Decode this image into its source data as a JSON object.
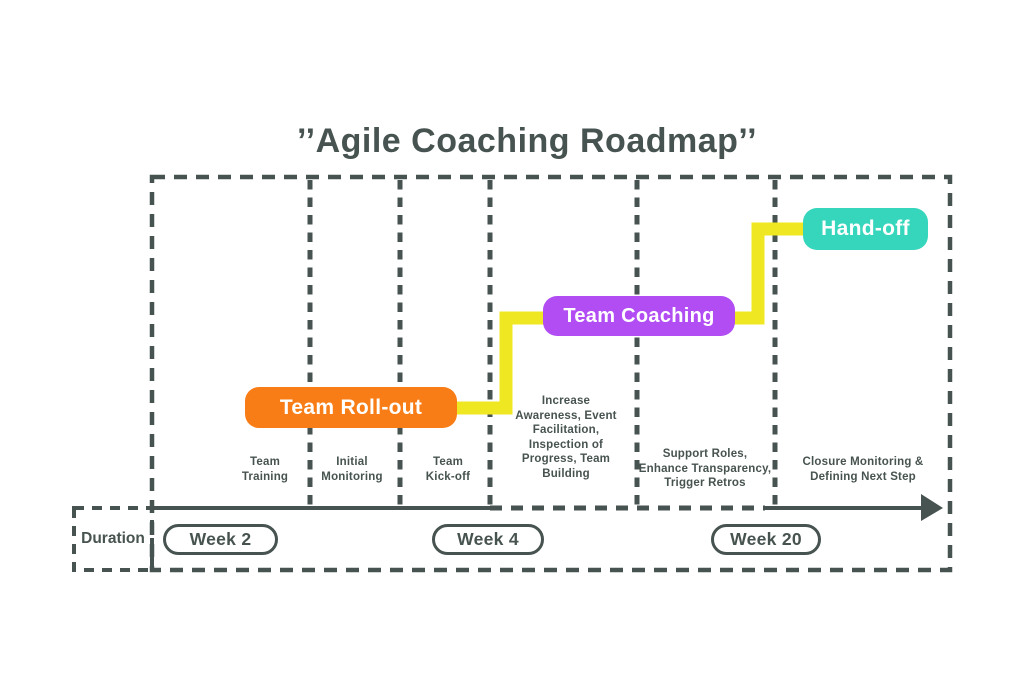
{
  "title": "’’Agile Coaching Roadmap’’",
  "palette": {
    "slate": "#475350",
    "orange": "#f97d16",
    "purple": "#b14df3",
    "teal": "#36d6bd",
    "yellow": "#efe722",
    "background": "#ffffff"
  },
  "phases": [
    {
      "label": "Team Roll-out",
      "color": "#f97d16"
    },
    {
      "label": "Team Coaching",
      "color": "#b14df3"
    },
    {
      "label": "Hand-off",
      "color": "#36d6bd"
    }
  ],
  "columns": [
    {
      "label": "Team\nTraining"
    },
    {
      "label": "Initial\nMonitoring"
    },
    {
      "label": "Team\nKick-off"
    },
    {
      "label": "Increase\nAwareness, Event\nFacilitation,\nInspection of\nProgress, Team\nBuilding"
    },
    {
      "label": "Support Roles,\nEnhance Transparency,\nTrigger Retros"
    },
    {
      "label": "Closure Monitoring &\nDefining Next Step"
    }
  ],
  "timeline": {
    "axis_label": "Duration",
    "weeks": [
      "Week 2",
      "Week 4",
      "Week 20"
    ],
    "line_color": "#475350",
    "connector_color": "#efe722"
  }
}
